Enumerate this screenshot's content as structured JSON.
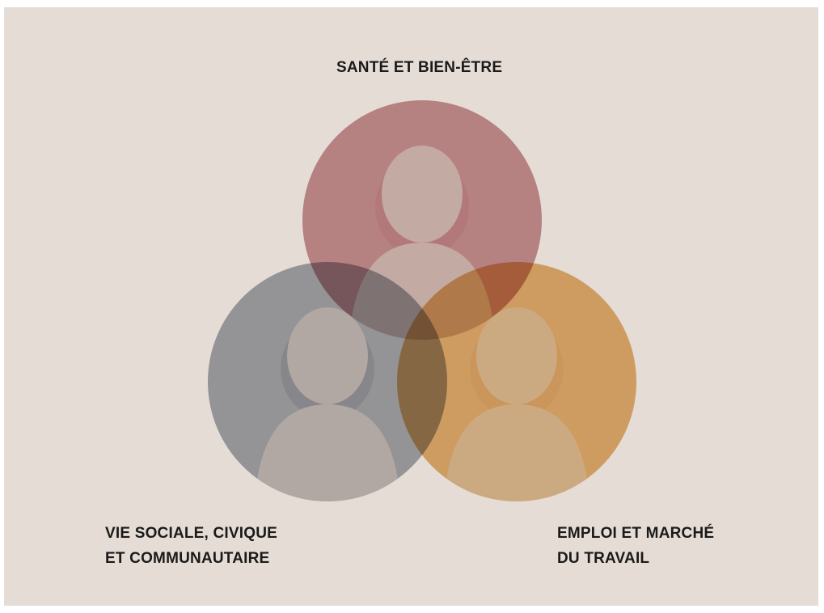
{
  "labels": {
    "top": "SANTÉ ET BIEN-ÊTRE",
    "left": [
      "VIE SOCIALE, CIVIQUE",
      "ET COMMUNAUTAIRE"
    ],
    "right": [
      "EMPLOI ET MARCHÉ",
      "DU TRAVAIL"
    ]
  },
  "colors": {
    "background": "#e5dcd5",
    "health": "#c28289",
    "social": "#8f959f",
    "employment": "#e2a85a"
  },
  "icons": {
    "health": "person-icon",
    "social": "person-icon",
    "employment": "person-icon"
  }
}
